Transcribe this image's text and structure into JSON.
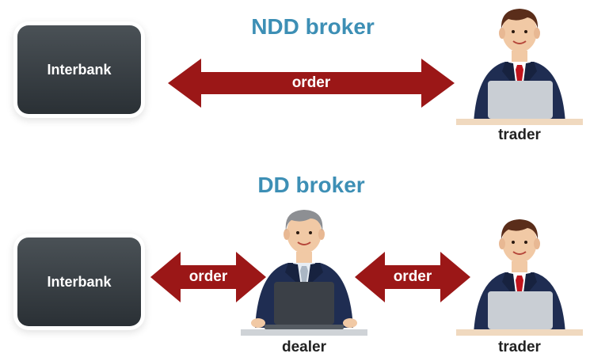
{
  "top": {
    "title": "NDD broker",
    "source_box": "Interbank",
    "arrow_label": "order",
    "person_caption": "trader"
  },
  "bottom": {
    "title": "DD broker",
    "source_box": "Interbank",
    "arrow_left_label": "order",
    "dealer_caption": "dealer",
    "arrow_right_label": "order",
    "trader_caption": "trader"
  },
  "colors": {
    "title": "#3d8fb5",
    "arrow": "#9b1717",
    "box": "#343a3f",
    "suit": "#1f2d52",
    "tie": "#c0141c",
    "laptop": "#c9ced4"
  }
}
